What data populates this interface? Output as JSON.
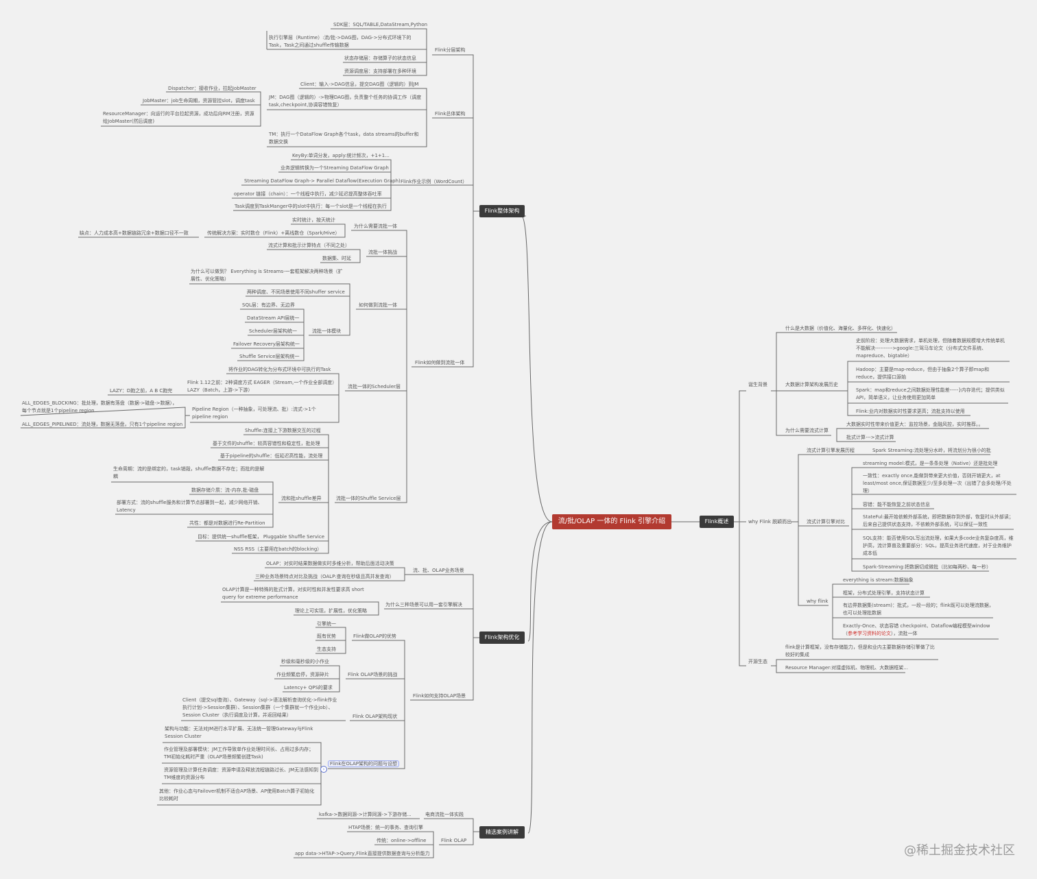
{
  "root": "流/批/OLAP 一体的 Flink 引擎介绍",
  "main": {
    "arch": "Flink整体架构",
    "overview": "Flink概述",
    "opt": "Flink架构优化",
    "cases": "精选案例讲解"
  },
  "arch": {
    "layer": "Flink分层架构",
    "sdk": "SDK层：SQL/TABLE,DataStream,Python",
    "runtime": "执行引擎层（Runtime）:流/批->DAG图，DAG->分布式环境下的Task，Task之间通过shuffle传输数据",
    "state": "状态存储层：存储算子的状态信息",
    "resource": "资源调度层：支持部署在多种环境",
    "overall": "Flink总体架构",
    "client": "Client：输入->DAG信息，提交DAG图（逻辑的）到JM",
    "jm": "JM：DAG图（逻辑的）->物理DAG图，负责整个任务的协调工作（调度task,checkpoint,协调容错恢复）",
    "dispatcher": "Dispatcher：接收作业，拉起JobMaster",
    "jobmaster": "JobMaster：job生命周期，资源管控slot，调度task",
    "rm": "ResourceManager：向运行的平台拉起资源，成功后向RM注册，资源给JobMaster(然后调度)",
    "tm": "TM：执行一个DataFlow Graph各个task，data streams的buffer和数据交换",
    "example": "Flink作业示例（WordCount）",
    "keyby": "KeyBy:单词分发，apply:统计频次，+1+1...",
    "biz": "业务逻辑转换为一个Streaming DataFlow Graph",
    "sdg": "Streaming DataFlow Graph-> Parallel Dataflow(Execution Graph)",
    "chain": "operator 链接（chain）：一个线程中执行，减少延迟提高整体吞吐率",
    "tasksched": "Task调度到TaskManger中的slot中执行：每一个slot是一个线程在执行",
    "unify": "Flink如何做到流批一体",
    "why": "为什么需要流批一体",
    "why1": "实时统计，按天统计",
    "why2": "传统解决方案：实时数仓（Flink）+离线数仓（Spark/Hive）",
    "why3": "缺点：人力成本高+数据链路冗余+数据口径不一致",
    "challenge": "流批一体挑战",
    "ch1": "流式计算和批示计算特点（不同之处）",
    "ch2": "数据集、时延",
    "how": "如何做到流批一体",
    "how1": "为什么可以做到？ Everything is Streams-一套框架解决两种场景（扩展性、优化策略）",
    "how2": "两种调度、不同场景使用不同shuffer service",
    "module": "流批一体模块",
    "m1": "SQL层：有边界、无边界",
    "m2": "DataStream API层统一",
    "m3": "Scheduler层架构统一",
    "m4": "Failover Recovery层架构统一",
    "m5": "Shuffle Service层架构统一",
    "sched": "流批一体的Scheduler层",
    "s1": "将作业的DAG转化为分布式环境中可执行的Task",
    "s2": "Flink 1.12之前：2种调度方式 EAGER（Stream,一个作业全部调度）",
    "s3": "LAZY（Batch，上游->下游）",
    "s4": "LAZY：D跑之前，A B C跑完",
    "s5": "Pipeline Region（一种抽象，可处理流、批）:流式->1个pipeline region",
    "s6": "ALL_EDGES_BLOCKING：批处理，数据有落盘（数据->磁盘->数据），每个节点就是1个pipeline region",
    "s7": "ALL_EDGES_PIPELINED：流处理，数据无落盘，只有1个pipeline region",
    "shuffle": "流批一体的Shuffle Service层",
    "sh1": "Shuffle:连接上下游数据交互的过程",
    "sh2": "基于文件的shuffle：较高容错性和稳定性，批处理",
    "sh3": "基于pipeline的shuffle：低延迟高性能，流处理",
    "diff": "流和批shuffle差异",
    "d1": "生命周期：流的是绑定的，task销毁，shuffle数据不存在；而批的是解耦",
    "d2": "数据存储介质：流-内存,批-磁盘",
    "d3": "部署方式：流的shuffle服务和计算节点部署到一起，减少网络开销、Latency",
    "d4": "共性：都是对数据进行Re-Partition",
    "sh4": "目标：提供统一shuffle框架， Pluggable Shuffle Service",
    "sh5": "NSS RSS（主要用在batch的blocking）"
  },
  "opt": {
    "scene": "流、批、OLAP业务场景",
    "sc1": "OLAP：对实时结果数据做实时多维分析，帮助后面活动决策",
    "sc2": "三种业务场景特点对比及挑战（OALP:查询在秒级且高并发查询）",
    "why": "为什么三种场景可以用一套引擎解决",
    "w1": "OLAP计算是一种特殊的批式计算，对实时性和并发性要求高 short query for extreme performance",
    "w2": "理论上可实现，扩展性，优化策略",
    "support": "Flink如何支持OLAP场景",
    "adv": "Flink做OLAP的优势",
    "a1": "引擎统一",
    "a2": "既有优势",
    "a3": "生态支持",
    "chal": "Flink OLAP场景的挑战",
    "c1": "秒级和毫秒级的小作业",
    "c2": "作业频繁启停，资源碎片",
    "c3": "Latency+ QPS的要求",
    "status": "Flink OLAP架构现状",
    "st1": "Client（提交sql查询）、Gateway（sql->语法解析查询优化->flink作业执行计划->Session集群）、Session集群（一个集群就一个作业job）、Session Cluster（执行调度及计算，并返回结果）",
    "issue": "Flink在OLAP架构的问题与设想",
    "i1": "架构与功能：无法对JM进行水平扩展、无法统一管理Gateway与Flink Session Cluster",
    "i2": "作业管理及部署模块：JM工作导致单作业处理时间长、占用过多内存；TM初始化耗时严重（OLAP场景频繁创建Task)",
    "i3": "资源管理及计算任务调度：资源申请及释放流程链路过长、JM无法感知到TM维度的资源分布",
    "i4": "其他：作业心态与Failover机制不适合AP场景、AP使用Batch算子初始化比较耗时",
    "expand": "›"
  },
  "cases": {
    "ec": "电商流批一体实践",
    "ec1": "kafka->数据同源->计算同源->下游存储...",
    "olap": "Flink OLAP",
    "o1": "HTAP场景：统一的事务、查询引擎",
    "o2": "传统：online->offline",
    "o3": "app data->HTAP->Query,Flink直接提供数据查询与分析能力"
  },
  "overview": {
    "bg": "诞生背景",
    "what": "什么是大数据（价值化、海量化、多样化、快速化）",
    "hist": "大数据计算架构发展历史",
    "h1": "史前阶段：处理大数据需求，单机处理，但随着数据规模增大传统单机不能解决---------->google:三驾马车论文（分布式文件系统、mapreduce、bigtable）",
    "h2": "Hadoop：主要是map-reduce，但由于抽象2个算子即map和reduce，提供接口源始",
    "h3": "Spark：map和reduce之间数据处理性能差-----}内存迭代；提供类似API，简单语义，让业务使用更加简单",
    "h4": "Flink:业内对数据实时性要求更高；流批支持以使用",
    "needs": "为什么需要流式计算",
    "n1": "大数据实时性带来价值更大：监控场景，金融风控，实时推荐。。",
    "n2": "批式计算--->流式计算",
    "out": "why Flink 脱颖而出",
    "evo": "流式计算引擎发展历程",
    "e1": "Spark Streaming:流处理分水岭，将流划分为很小的批",
    "cmp": "流式计算引擎对比",
    "cp1": "streaming model:模式，是一条条处理（Native）还是批处理",
    "cp2": "一致性：exactly once,能做到带来更大价值，否则开销更大，at least/most once,保证数据至少/至多处理一次（出错了会多处理/不处理）",
    "cp3": "容错：能不能恢复之前状态信息",
    "cp4": "StateFul:最开始依赖外部系统，即把数据存到外部，恢复时从外部读；后来自己提供状态支持，不依赖外部系统，可以保证一致性",
    "cp5": "SQL支持：能否使用SQL写出流处理，如果大多code业务复杂度高，维护高，流计算普及重要部分：SQL，提高业务迭代速度，对于业务维护成本低",
    "cp6": "Spark-Streaming:把数据切成微批（比如每两秒、每一秒）",
    "whyf": "why flink",
    "f1": "everything is stream:数据抽象",
    "f2": "框架，分布式处理引擎，支持状态计算",
    "f3": "有边界数据集(stream)：批式，一段一段的；flink既可以处理流数据，也可以处理批数据",
    "f4a": "Exactly-Once、状态容错 checkpoint、Dataflow编程模型window（",
    "f4b": "参考学习资料的论文",
    "f4c": "），流批一体",
    "eco": "开源生态",
    "eco1": "flink是计算框架，没有存储能力，但是和业内主要数据存储引擎做了比较好的集成",
    "eco2": "Resource Manager:对接虚拟机、物理机、大数据框架..."
  },
  "watermark": "@稀土掘金技术社区"
}
